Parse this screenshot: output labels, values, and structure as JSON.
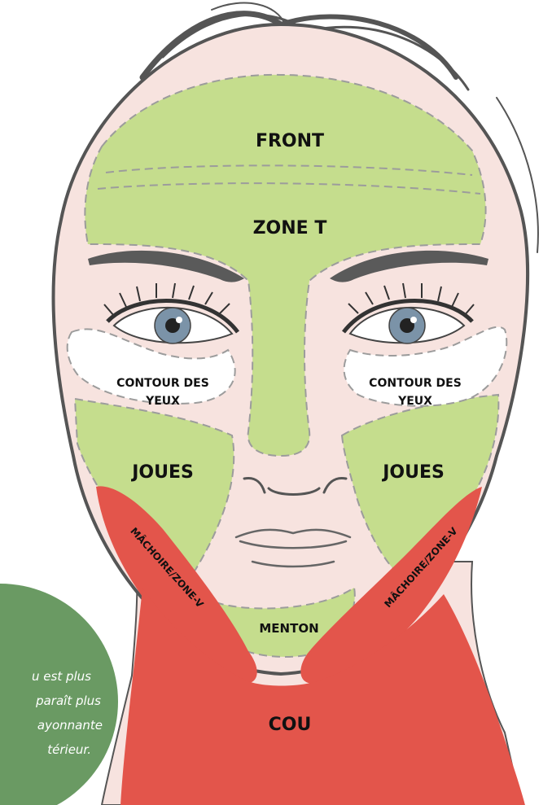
{
  "colors": {
    "skin": "#f7e3df",
    "zone_green": "#c5dd8d",
    "zone_red": "#e3554b",
    "zone_white": "#ffffff",
    "outline": "#555555",
    "dash": "#9c9c9c",
    "badge": "#6a9a63",
    "iris": "#7b93a8"
  },
  "zones": {
    "front": "FRONT",
    "zone_t": "ZONE T",
    "eye_left_1": "CONTOUR DES",
    "eye_left_2": "YEUX",
    "eye_right_1": "CONTOUR DES",
    "eye_right_2": "YEUX",
    "cheek_left": "JOUES",
    "cheek_right": "JOUES",
    "jaw_left": "MÂCHOIRE/ZONE-V",
    "jaw_right": "MÂCHOIRE/ZONE-V",
    "chin": "MENTON",
    "neck": "COU"
  },
  "quote": {
    "line1": "u est plus",
    "line2": "paraît plus",
    "line3": "ayonnante",
    "line4": "térieur."
  }
}
